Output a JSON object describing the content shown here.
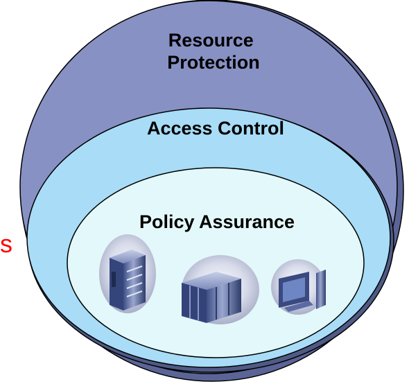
{
  "diagram": {
    "rings": [
      {
        "label_lines": [
          "Resource",
          "Protection"
        ],
        "fill": "#8891c4"
      },
      {
        "label_lines": [
          "Access Control"
        ],
        "fill": "#a8dcf7"
      },
      {
        "label_lines": [
          "Policy Assurance"
        ],
        "fill": "#e3f8fa"
      }
    ],
    "outline": "#000000",
    "devices": [
      {
        "icon": "server-rack-icon"
      },
      {
        "icon": "mainframe-cabinets-icon"
      },
      {
        "icon": "workstation-icon"
      }
    ],
    "side_text": "s",
    "side_text_color": "#ff0000"
  }
}
